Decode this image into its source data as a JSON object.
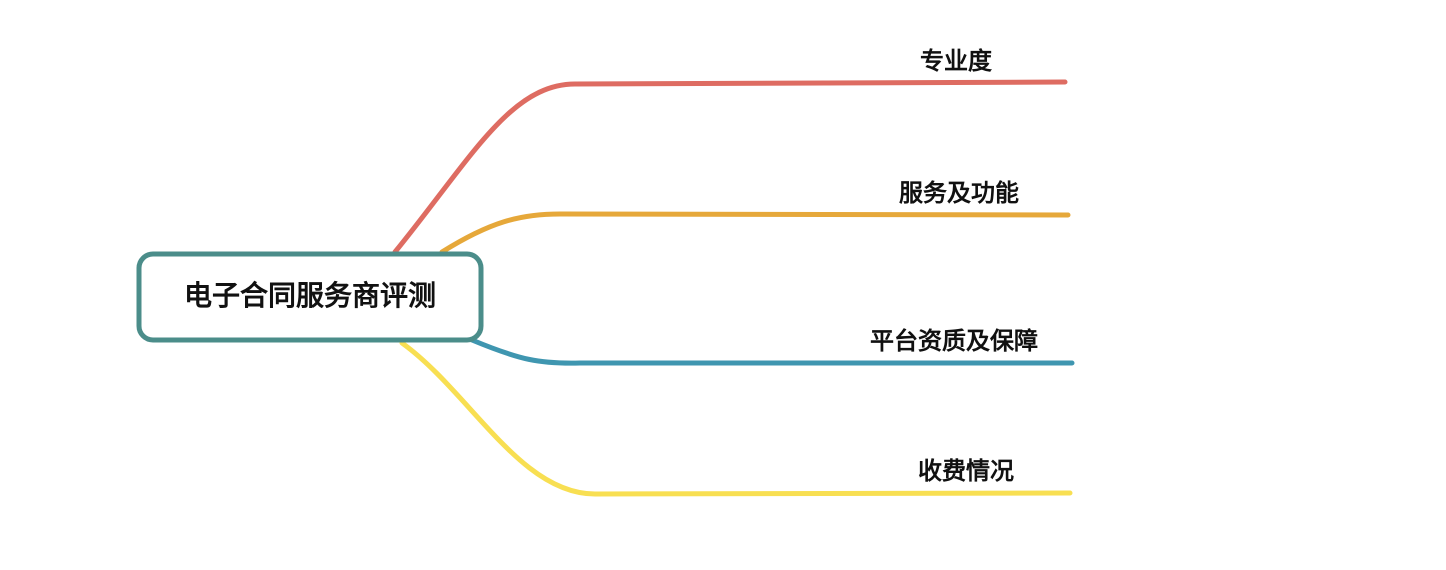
{
  "root": {
    "label": "电子合同服务商评测",
    "border_color": "#4b8d8a"
  },
  "branches": [
    {
      "label": "专业度",
      "color": "#de6c62"
    },
    {
      "label": "服务及功能",
      "color": "#e6a83a"
    },
    {
      "label": "平台资质及保障",
      "color": "#3f96b0"
    },
    {
      "label": "收费情况",
      "color": "#f8df52"
    }
  ]
}
